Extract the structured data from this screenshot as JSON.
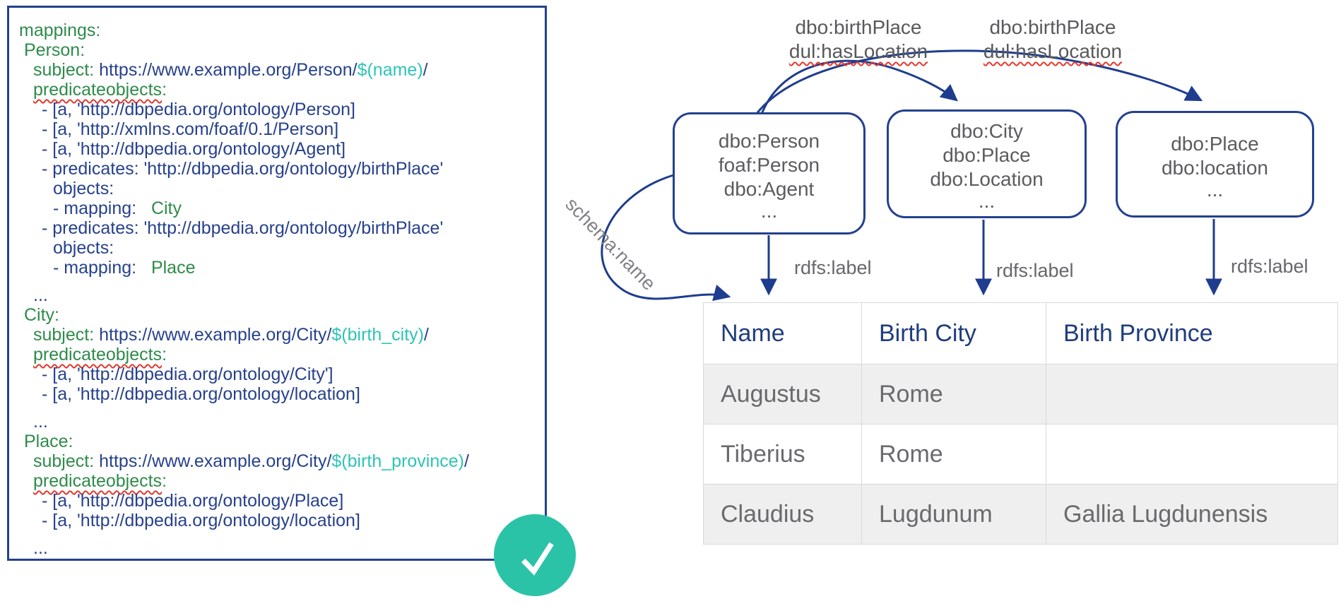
{
  "colors": {
    "navy_border": "#24418e",
    "navy_text": "#27418c",
    "green": "#2e8b4a",
    "teal_variable": "#2ec4b6",
    "squiggle_red": "#e03a2f",
    "node_text_gray": "#5b5c5e",
    "label_gray": "#58595b",
    "table_header_navy": "#1f3d7c",
    "table_cell_gray": "#696a6c",
    "row_stripe": "#efefef",
    "check_badge_teal": "#2bc3a7",
    "arrow_navy": "#1e3d8f"
  },
  "code_panel": {
    "lines": [
      {
        "indent": 0,
        "segments": [
          {
            "c": "g",
            "t": "mappings:"
          }
        ]
      },
      {
        "indent": 1,
        "segments": [
          {
            "c": "g",
            "t": "Person:"
          }
        ]
      },
      {
        "indent": 2,
        "segments": [
          {
            "c": "g",
            "t": "subject:"
          },
          {
            "c": "b",
            "t": " https://www.example.org/Person/"
          },
          {
            "c": "t",
            "t": "$(name)"
          },
          {
            "c": "b",
            "t": "/"
          }
        ]
      },
      {
        "indent": 2,
        "segments": [
          {
            "c": "g",
            "t": "predicateobjects",
            "u": true
          },
          {
            "c": "g",
            "t": ":"
          }
        ]
      },
      {
        "indent": 3,
        "segments": [
          {
            "c": "b",
            "t": "- [a, 'http://dbpedia.org/ontology/Person]"
          }
        ]
      },
      {
        "indent": 3,
        "segments": [
          {
            "c": "b",
            "t": "- [a, 'http://xmlns.com/foaf/0.1/Person]"
          }
        ]
      },
      {
        "indent": 3,
        "segments": [
          {
            "c": "b",
            "t": "- [a, 'http://dbpedia.org/ontology/Agent]"
          }
        ]
      },
      {
        "indent": 3,
        "segments": [
          {
            "c": "b",
            "t": "- predicates: 'http://dbpedia.org/ontology/birthPlace'"
          }
        ]
      },
      {
        "indent": 4,
        "segments": [
          {
            "c": "b",
            "t": "objects:"
          }
        ]
      },
      {
        "indent": 4,
        "segments": [
          {
            "c": "b",
            "t": "- mapping:   "
          },
          {
            "c": "g",
            "t": "City"
          }
        ]
      },
      {
        "indent": 3,
        "segments": [
          {
            "c": "b",
            "t": "- predicates: 'http://dbpedia.org/ontology/birthPlace'"
          }
        ]
      },
      {
        "indent": 4,
        "segments": [
          {
            "c": "b",
            "t": "objects:"
          }
        ]
      },
      {
        "indent": 4,
        "segments": [
          {
            "c": "b",
            "t": "- mapping:   "
          },
          {
            "c": "g",
            "t": "Place"
          }
        ]
      },
      {
        "indent": 2,
        "gap": true,
        "segments": [
          {
            "c": "b",
            "t": "..."
          }
        ]
      },
      {
        "indent": 1,
        "segments": [
          {
            "c": "g",
            "t": "City:"
          }
        ]
      },
      {
        "indent": 2,
        "segments": [
          {
            "c": "g",
            "t": "subject:"
          },
          {
            "c": "b",
            "t": " https://www.example.org/City/"
          },
          {
            "c": "t",
            "t": "$(birth_city)"
          },
          {
            "c": "b",
            "t": "/"
          }
        ]
      },
      {
        "indent": 2,
        "segments": [
          {
            "c": "g",
            "t": "predicateobjects",
            "u": true
          },
          {
            "c": "g",
            "t": ":"
          }
        ]
      },
      {
        "indent": 3,
        "segments": [
          {
            "c": "b",
            "t": "- [a, 'http://dbpedia.org/ontology/City']"
          }
        ]
      },
      {
        "indent": 3,
        "segments": [
          {
            "c": "b",
            "t": "- [a, 'http://dbpedia.org/ontology/location]"
          }
        ]
      },
      {
        "indent": 2,
        "gap": true,
        "segments": [
          {
            "c": "b",
            "t": "..."
          }
        ]
      },
      {
        "indent": 1,
        "segments": [
          {
            "c": "g",
            "t": "Place:"
          }
        ]
      },
      {
        "indent": 2,
        "segments": [
          {
            "c": "g",
            "t": "subject:"
          },
          {
            "c": "b",
            "t": " https://www.example.org/City/"
          },
          {
            "c": "t",
            "t": "$(birth_province)"
          },
          {
            "c": "b",
            "t": "/"
          }
        ]
      },
      {
        "indent": 2,
        "segments": [
          {
            "c": "g",
            "t": "predicateobjects",
            "u": true
          },
          {
            "c": "g",
            "t": ":"
          }
        ]
      },
      {
        "indent": 3,
        "segments": [
          {
            "c": "b",
            "t": "- [a, 'http://dbpedia.org/ontology/Place]"
          }
        ]
      },
      {
        "indent": 3,
        "segments": [
          {
            "c": "b",
            "t": "- [a, 'http://dbpedia.org/ontology/location]"
          }
        ]
      },
      {
        "indent": 2,
        "gap": true,
        "segments": [
          {
            "c": "b",
            "t": "..."
          }
        ]
      }
    ]
  },
  "check_badge": {
    "icon": "checkmark"
  },
  "diagram": {
    "predicate_labels": [
      {
        "line1": "dbo:birthPlace",
        "line2": "dul:hasLocation"
      },
      {
        "line1": "dbo:birthPlace",
        "line2": "dul:hasLocation"
      }
    ],
    "arrow_labels": {
      "schema": "schema:name",
      "rdfs": [
        "rdfs:label",
        "rdfs:label",
        "rdfs:label"
      ]
    },
    "nodes": [
      {
        "id": "person",
        "lines": [
          "dbo:Person",
          "foaf:Person",
          "dbo:Agent"
        ],
        "more": "..."
      },
      {
        "id": "city",
        "lines": [
          "dbo:City",
          "dbo:Place",
          "dbo:Location"
        ],
        "more": "..."
      },
      {
        "id": "place",
        "lines": [
          "dbo:Place",
          "dbo:location"
        ],
        "more": "..."
      }
    ],
    "table": {
      "headers": [
        "Name",
        "Birth City",
        "Birth Province"
      ],
      "rows": [
        [
          "Augustus",
          "Rome",
          ""
        ],
        [
          "Tiberius",
          "Rome",
          ""
        ],
        [
          "Claudius",
          "Lugdunum",
          "Gallia Lugdunensis"
        ]
      ]
    }
  }
}
